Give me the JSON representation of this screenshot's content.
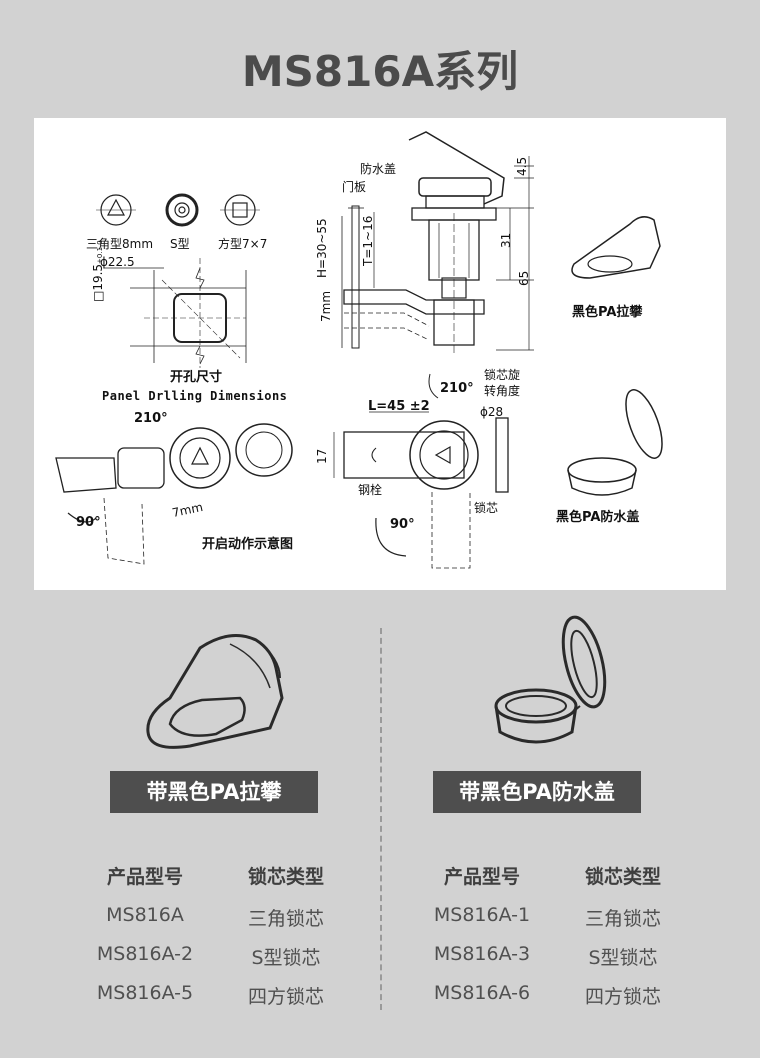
{
  "title": "MS816A系列",
  "drawing": {
    "cut_labels": [
      "三角型8mm",
      "S型",
      "方型7×7"
    ],
    "dia": "ϕ22.5",
    "side": "□19.5",
    "side_tol": "+0.1 0",
    "panel_cn": "开孔尺寸",
    "panel_en": "Panel Drlling Dimensions",
    "cover": "防水盖",
    "door": "门板",
    "H": "H=30~55",
    "T": "T=1~16",
    "d45": "4.5",
    "d31": "31",
    "d65": "65",
    "d7": "7mm",
    "handle_label": "黑色PA拉攀",
    "cap_label": "黑色PA防水盖",
    "angle1": "210°",
    "rotate": "锁芯旋\n转角度",
    "L": "L=45 ±2",
    "d28": "ϕ28",
    "d17": "17",
    "bolt": "钢栓",
    "core": "锁芯",
    "angle2": "210°",
    "ang90a": "90°",
    "ang90b": "90°",
    "d7b": "7mm",
    "op": "开启动作示意图"
  },
  "left": {
    "badge": "带黑色PA拉攀",
    "header": [
      "产品型号",
      "锁芯类型"
    ],
    "rows": [
      [
        "MS816A",
        "三角锁芯"
      ],
      [
        "MS816A-2",
        "S型锁芯"
      ],
      [
        "MS816A-5",
        "四方锁芯"
      ]
    ]
  },
  "right": {
    "badge": "带黑色PA防水盖",
    "header": [
      "产品型号",
      "锁芯类型"
    ],
    "rows": [
      [
        "MS816A-1",
        "三角锁芯"
      ],
      [
        "MS816A-3",
        "S型锁芯"
      ],
      [
        "MS816A-6",
        "四方锁芯"
      ]
    ]
  }
}
